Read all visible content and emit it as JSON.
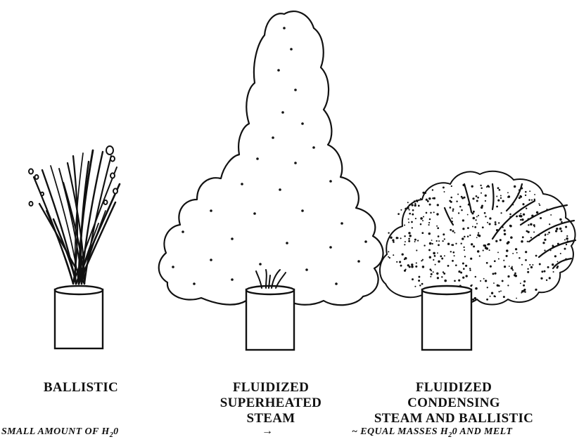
{
  "panels": [
    {
      "id": "ballistic",
      "lines": [
        "BALLISTIC"
      ]
    },
    {
      "id": "superheated",
      "lines": [
        "FLUIDIZED",
        "SUPERHEATED",
        "STEAM"
      ]
    },
    {
      "id": "condensing",
      "lines": [
        "FLUIDIZED",
        "CONDENSING",
        "STEAM AND BALLISTIC"
      ]
    }
  ],
  "axis": {
    "left_caption": "SMALL AMOUNT OF H",
    "left_caption_sub": "2",
    "left_caption_tail": "0",
    "arrow": "→",
    "right_caption": "~ EQUAL MASSES H",
    "right_caption_sub": "2",
    "right_caption_tail": "0 AND MELT"
  }
}
